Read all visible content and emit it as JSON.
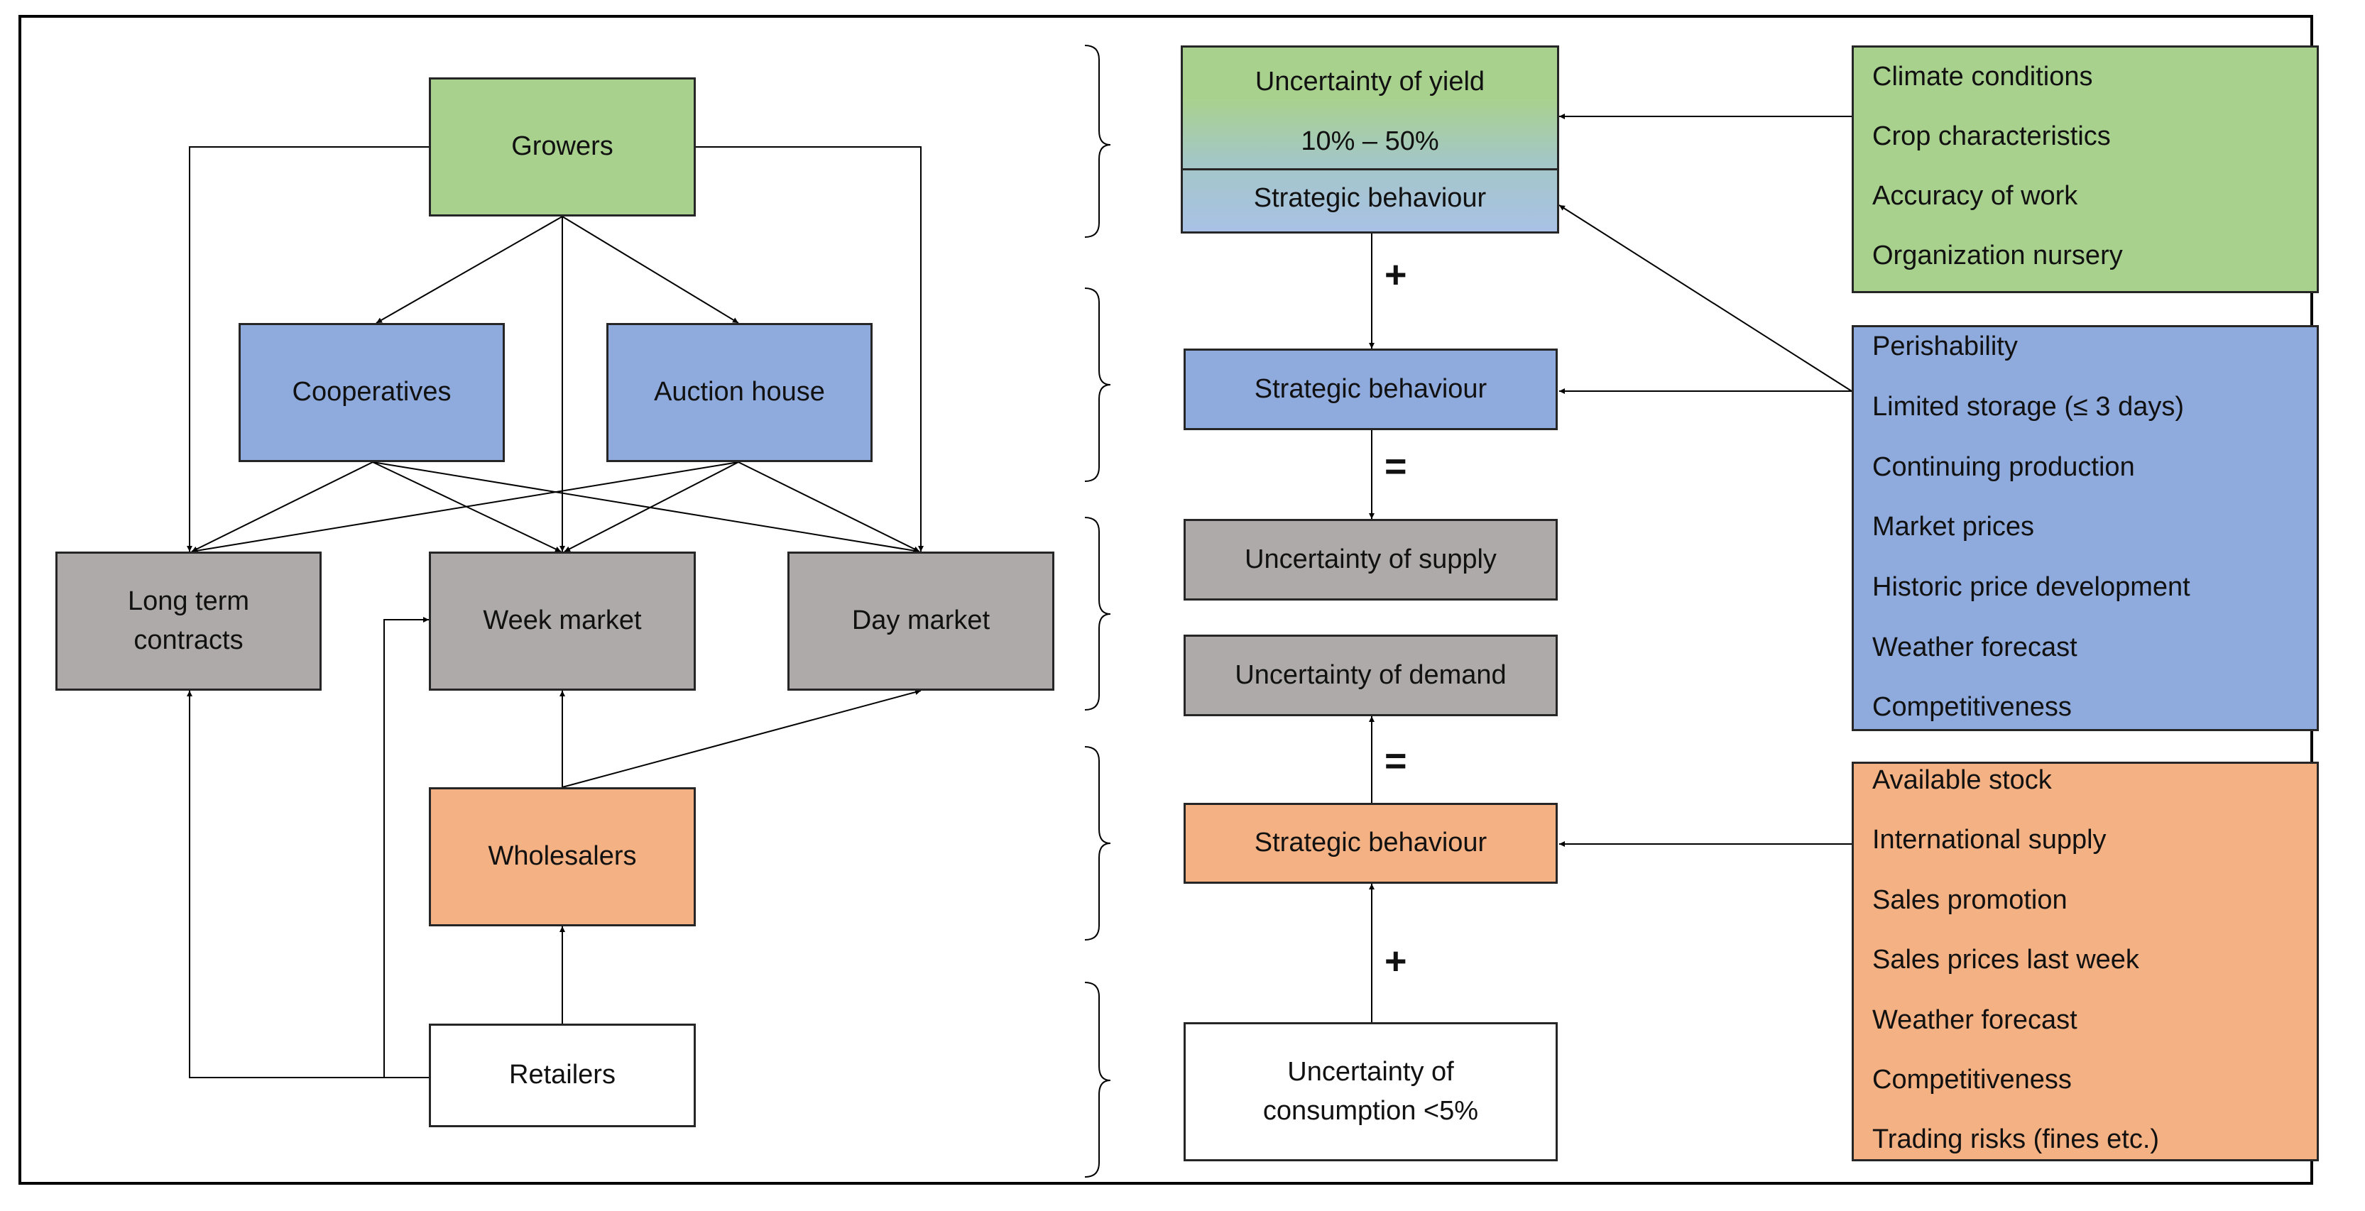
{
  "flow": {
    "growers": "Growers",
    "cooperatives": "Cooperatives",
    "auction_house": "Auction house",
    "long_term_contracts": "Long term\ncontracts",
    "week_market": "Week market",
    "day_market": "Day market",
    "wholesalers": "Wholesalers",
    "retailers": "Retailers"
  },
  "uncertainty": {
    "yield_title": "Uncertainty of yield",
    "yield_range": "10% – 50%",
    "yield_strategic": "Strategic behaviour",
    "strategic_blue": "Strategic behaviour",
    "supply": "Uncertainty of supply",
    "demand": "Uncertainty of demand",
    "strategic_orange": "Strategic behaviour",
    "consumption": "Uncertainty of\nconsumption <5%"
  },
  "operators": {
    "plus_top": "+",
    "equals_top": "=",
    "equals_bottom": "=",
    "plus_bottom": "+"
  },
  "factors": {
    "green": [
      "Climate conditions",
      "Crop characteristics",
      "Accuracy of work",
      "Organization nursery"
    ],
    "blue": [
      "Perishability",
      "Limited storage (≤ 3 days)",
      "Continuing production",
      "Market prices",
      "Historic price development",
      "Weather forecast",
      "Competitiveness"
    ],
    "orange": [
      "Available stock",
      "International supply",
      "Sales promotion",
      "Sales prices last week",
      "Weather forecast",
      "Competitiveness",
      "Trading risks (fines etc.)"
    ]
  },
  "colors": {
    "growers_green": "#a9d18e",
    "intermediary_blue": "#8faadc",
    "market_gray": "#aeaaaa",
    "wholesaler_orange": "#f4b183",
    "retailer_white": "#ffffff"
  }
}
